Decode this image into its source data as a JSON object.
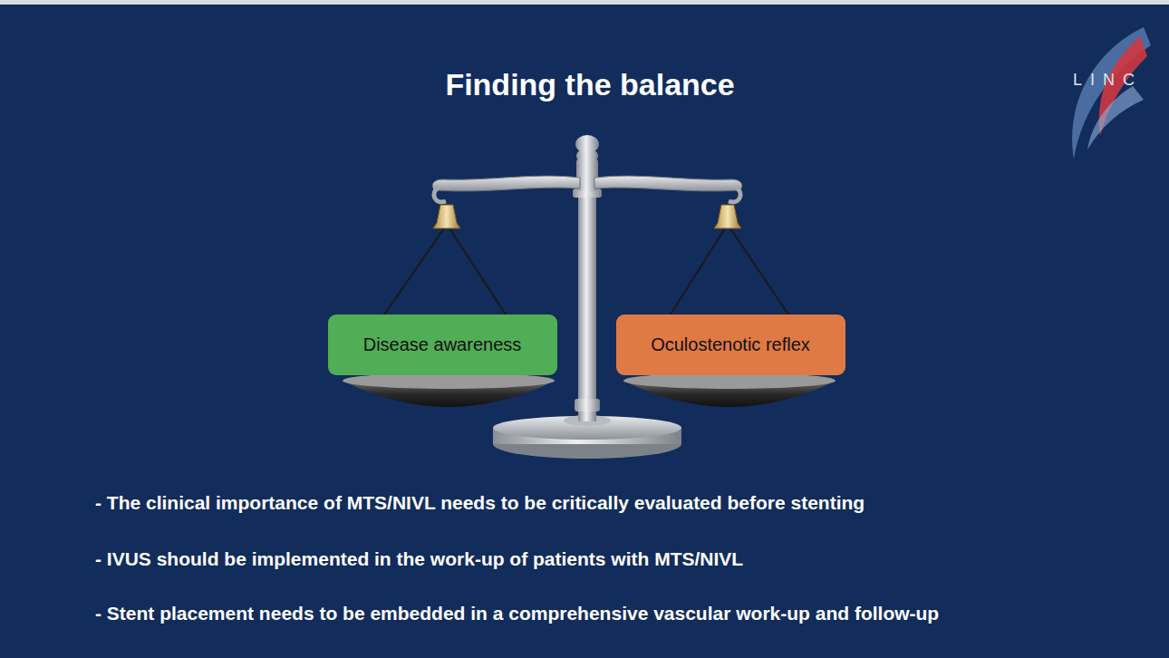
{
  "diagram": {
    "title": "Finding the balance",
    "nodes": [
      {
        "text": [
          "Disease awareness"
        ]
      },
      {
        "text": [
          "Oculostenotic reflex"
        ]
      }
    ],
    "labels": [
      "LINC",
      "- The clinical importance of MTS/NIVL needs to be critically evaluated before stenting",
      "- IVUS should be implemented in the work-up of patients with MTS/NIVL",
      "- Stent placement needs to be embedded in a comprehensive vascular work-up and follow-up"
    ]
  }
}
